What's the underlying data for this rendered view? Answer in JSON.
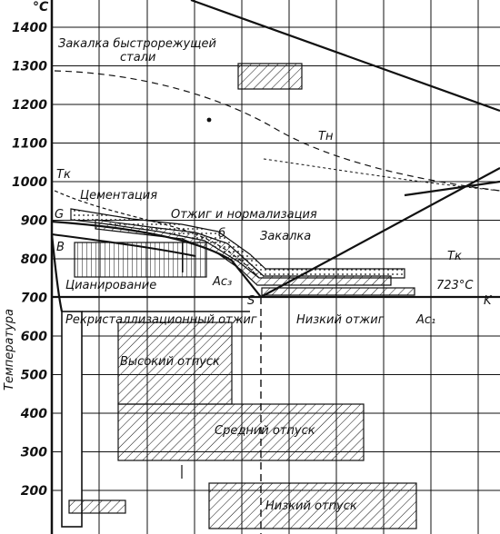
{
  "y_axis": {
    "unit": "°C",
    "label": "Тeмпература",
    "ticks": [
      "1400",
      "1300",
      "1200",
      "1100",
      "1000",
      "900",
      "800",
      "700",
      "600",
      "500",
      "400",
      "300",
      "200"
    ]
  },
  "labels": {
    "quench_hss_1": "Закалка быстрорежущей",
    "quench_hss_2": "стали",
    "tn": "Tн",
    "tk_left": "Tк",
    "tk_right": "Tк",
    "g": "G",
    "b": "б",
    "v": "В",
    "carburizing": "Цементация",
    "annealing_norm": "Отжиг и нормализация",
    "quench": "Закалка",
    "cyaniding": "Цианирование",
    "ac3": "Ac₃",
    "s": "S",
    "eutectoid": "723°C",
    "k": "K",
    "recrystallization": "Рекристаллизационный отжиг",
    "low_anneal": "Низкий отжиг",
    "ac1": "Ac₁",
    "high_temper": "Высокий отпуск",
    "medium_temper": "Средний отпуск",
    "low_temper": "Низкий отпуск"
  },
  "colors": {
    "ink": "#111111",
    "paper": "#ffffff"
  }
}
